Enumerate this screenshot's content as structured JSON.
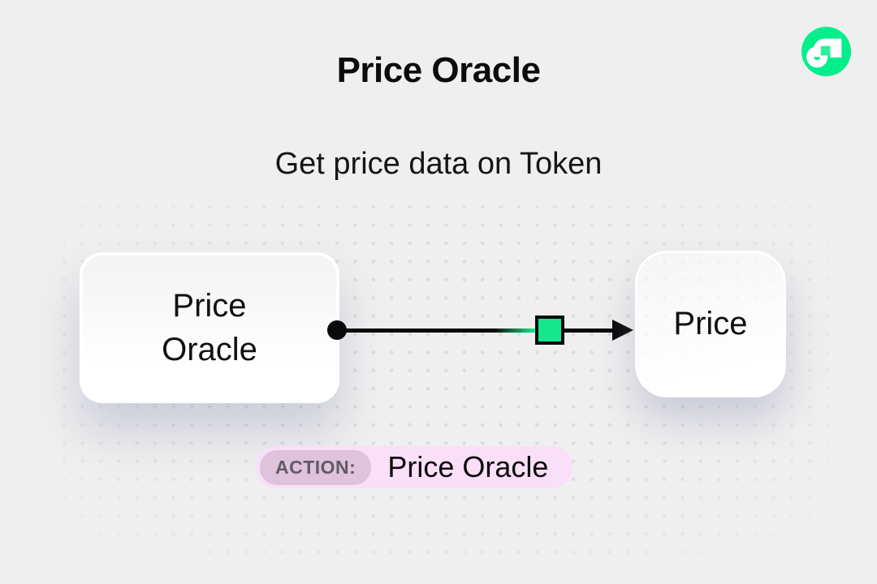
{
  "colors": {
    "background": "#EFEFEF",
    "dot_grid": "#DCDCDD",
    "ink": "#0B0B0B",
    "flow_green": "#00EF8B",
    "flow_green_accent": "#2BF19C",
    "packet_green": "#14E78C",
    "pill_pink": "#F9DFF8",
    "badge_pink": "#DFC2DB",
    "badge_text": "#5F5A67"
  },
  "header": {
    "title": "Price Oracle",
    "subtitle": "Get price data on Token"
  },
  "icons": {
    "logo": "flow-logo"
  },
  "diagram": {
    "source_node": {
      "lines": [
        "Price",
        "Oracle"
      ]
    },
    "target_node": {
      "label": "Price"
    },
    "connector": {
      "style": "black arrow with origin dot, green packet square and arrowhead"
    }
  },
  "action_bar": {
    "badge_label": "ACTION:",
    "action_name": "Price Oracle"
  }
}
